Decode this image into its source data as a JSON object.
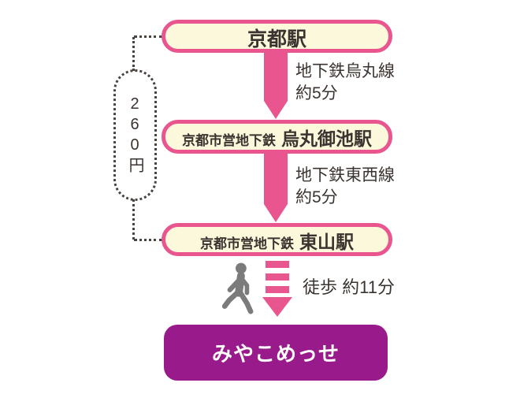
{
  "diagram": {
    "type": "transit-route",
    "background": "#ffffff"
  },
  "colors": {
    "box_border_pink": "#E9568F",
    "box_fill_cream": "#FCF8DC",
    "arrow_pink": "#E9568F",
    "destination_purple": "#991B8B",
    "text_dark": "#3B332F",
    "walker_gray": "#7B7B7B",
    "dotted_line": "#4A4441",
    "destination_text": "#FFFFFF"
  },
  "fare": {
    "label": "260円"
  },
  "stations": [
    {
      "prefix": "",
      "name": "京都駅"
    },
    {
      "prefix": "京都市営地下鉄",
      "name": "烏丸御池駅"
    },
    {
      "prefix": "京都市営地下鉄",
      "name": "東山駅"
    }
  ],
  "segments": [
    {
      "line": "地下鉄烏丸線",
      "duration": "約5分"
    },
    {
      "line": "地下鉄東西線",
      "duration": "約5分"
    },
    {
      "mode": "徒歩",
      "duration": "約11分",
      "label": "徒歩 約11分"
    }
  ],
  "destination": {
    "name": "みやこめっせ"
  },
  "icons": {
    "walker": "walking-person-icon",
    "solid_arrow": "down-arrow-icon",
    "dashed_arrow": "dashed-down-arrow-icon"
  }
}
